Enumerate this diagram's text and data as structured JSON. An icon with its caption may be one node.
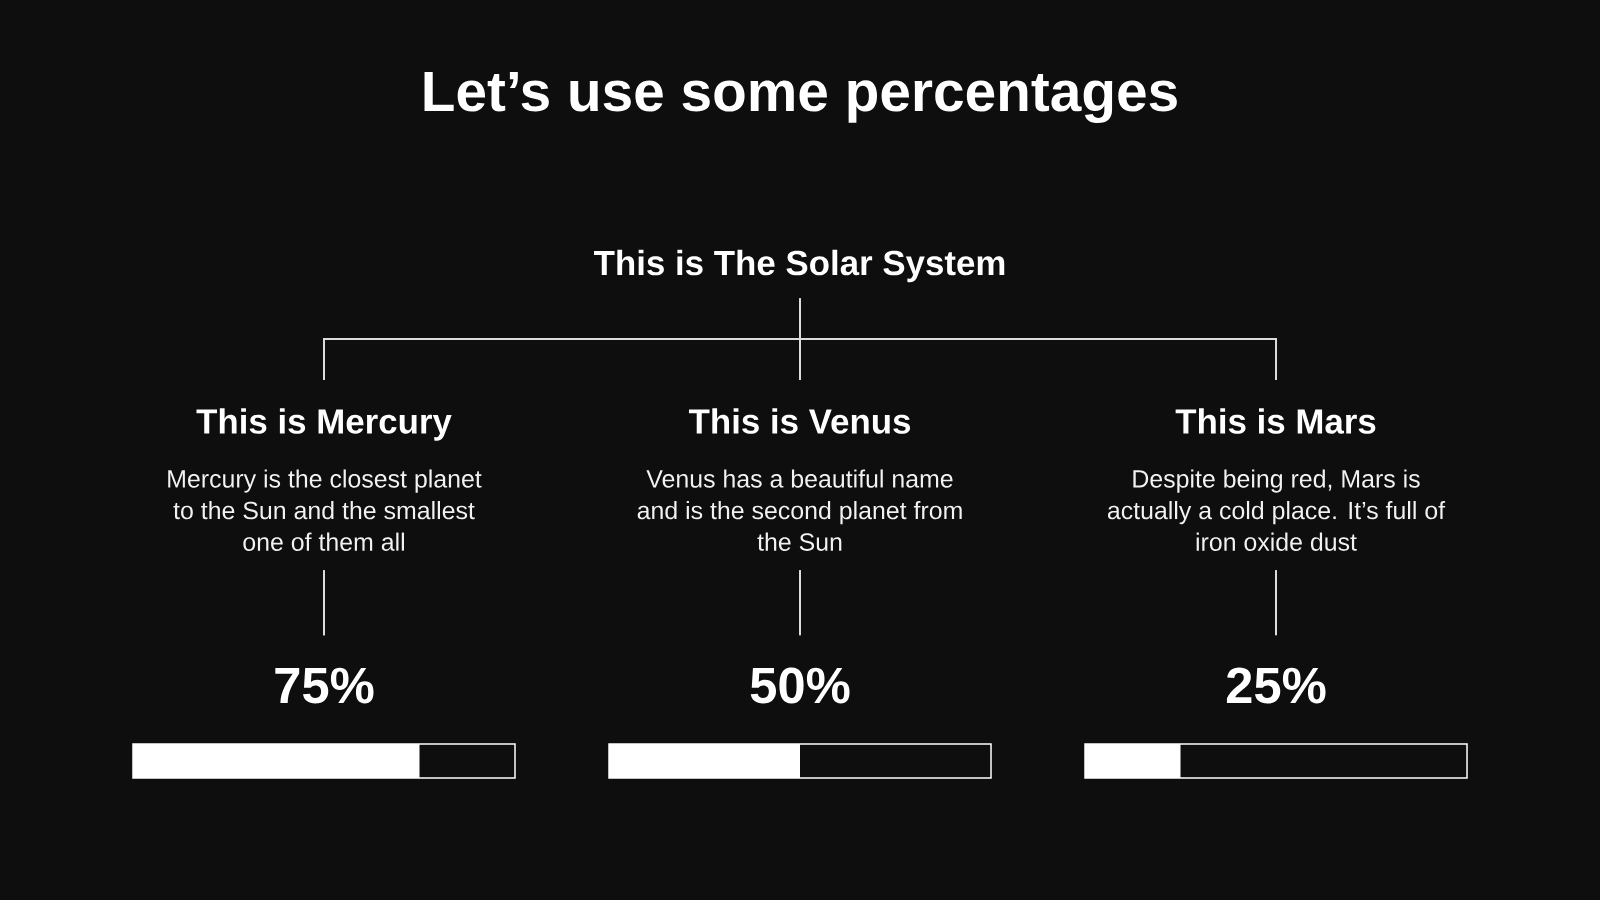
{
  "diagram": {
    "title": "Let’s use some percentages",
    "nodes": [
      {
        "text": [
          "This is The Solar System"
        ]
      },
      {
        "text": [
          "This is Mercury",
          "Mercury is the closest planet to the Sun and the smallest one of them all"
        ]
      },
      {
        "text": [
          "This is Venus",
          "Venus has a beautiful name and is the second planet from the Sun"
        ]
      },
      {
        "text": [
          "This is Mars",
          "Despite being red, Mars is actually a cold place. It’s full of iron oxide dust"
        ]
      },
      {
        "text": [
          "75%"
        ]
      },
      {
        "text": [
          "50%"
        ]
      },
      {
        "text": [
          "25%"
        ]
      }
    ],
    "edges": [
      {
        "from": 0,
        "to": 1,
        "arrow": "none"
      },
      {
        "from": 0,
        "to": 2,
        "arrow": "none"
      },
      {
        "from": 0,
        "to": 3,
        "arrow": "none"
      },
      {
        "from": 1,
        "to": 4,
        "arrow": "none"
      },
      {
        "from": 2,
        "to": 5,
        "arrow": "none"
      },
      {
        "from": 3,
        "to": 6,
        "arrow": "none"
      }
    ]
  }
}
